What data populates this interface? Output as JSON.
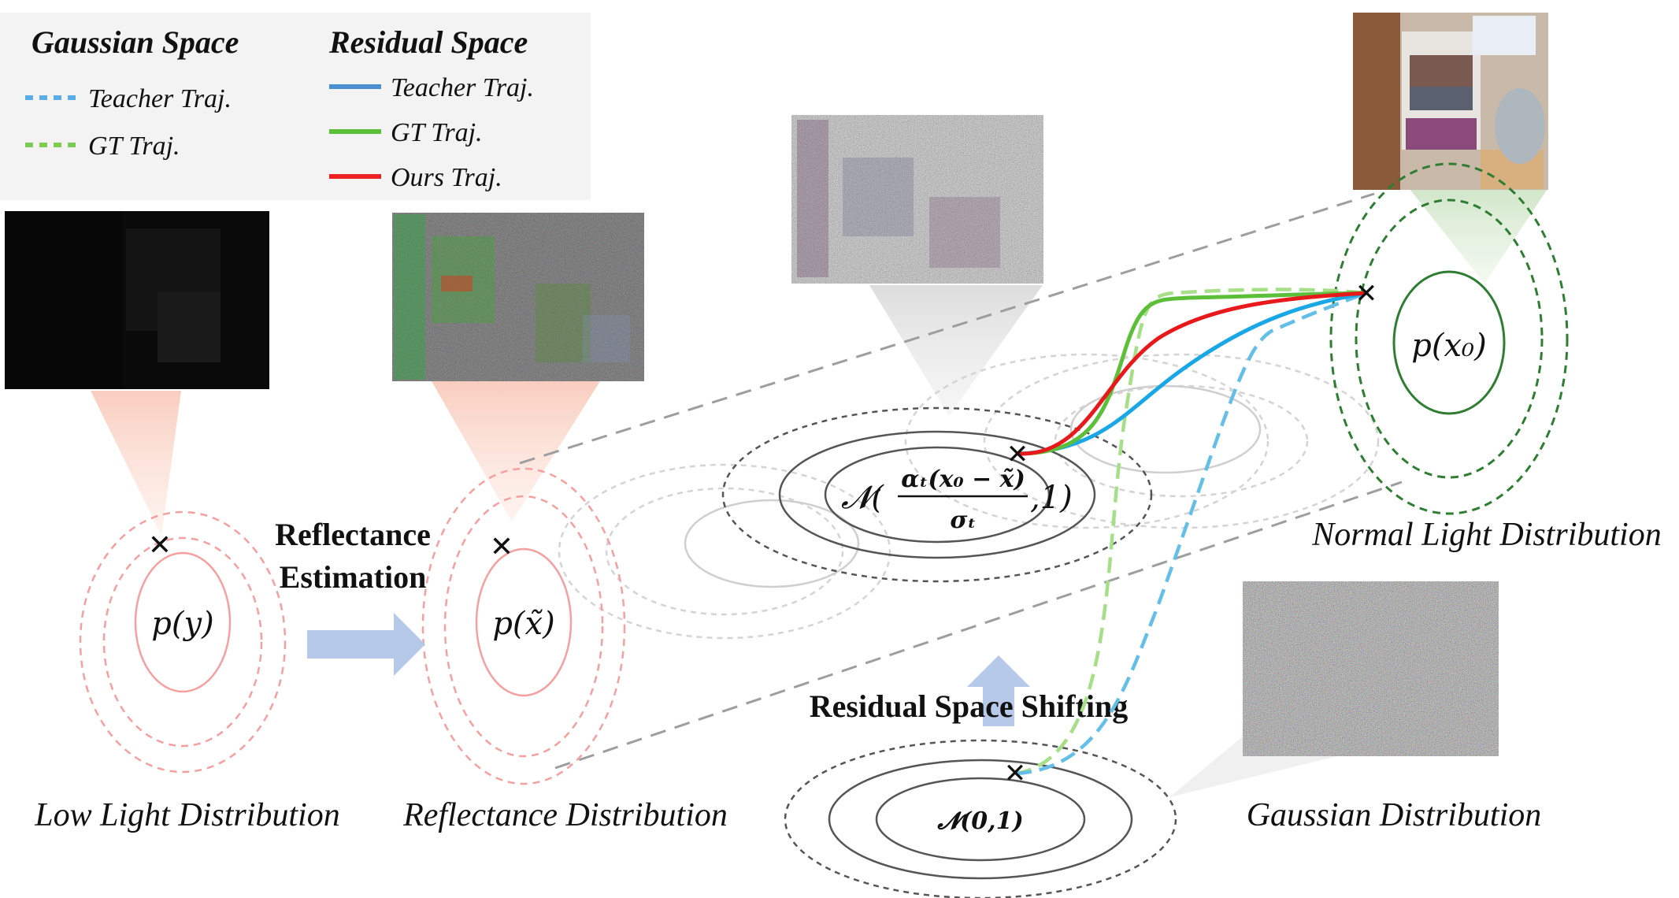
{
  "legend": {
    "gaussian_title": "Gaussian Space",
    "residual_title": "Residual Space",
    "gaussian_items": [
      {
        "label": "Teacher Traj.",
        "color": "#5aaee6",
        "style": "dashed"
      },
      {
        "label": "GT Traj.",
        "color": "#7fcc55",
        "style": "dashed"
      }
    ],
    "residual_items": [
      {
        "label": "Teacher Traj.",
        "color": "#4a90d0",
        "style": "solid"
      },
      {
        "label": "GT Traj.",
        "color": "#5bbf3a",
        "style": "solid"
      },
      {
        "label": "Ours Traj.",
        "color": "#ee2222",
        "style": "solid"
      }
    ]
  },
  "distributions": {
    "low_light": "Low Light Distribution",
    "reflectance": "Reflectance Distribution",
    "normal_light": "Normal Light Distribution",
    "gaussian": "Gaussian Distribution"
  },
  "math": {
    "p_y": "p(y)",
    "p_xtilde": "p(x̃)",
    "p_x0": "p(x₀)",
    "residual_normal_prefix": "𝓝(",
    "residual_numerator": "αₜ(x₀ − x̃)",
    "residual_denominator": "σₜ",
    "residual_suffix": ",1)",
    "standard_normal": "𝓝(0,1)"
  },
  "steps": {
    "reflectance_line1": "Reflectance",
    "reflectance_line2": "Estimation",
    "residual_shift": "Residual Space Shifting"
  },
  "colors": {
    "pink": "#f4a0a0",
    "dark_green": "#2e7d32",
    "arrow_blue": "#b7c9e9",
    "teacher_solid": "#1aa7e6",
    "gt_solid": "#5bbf3a",
    "ours": "#e8191b",
    "teacher_dashed": "#63bfe8",
    "gt_dashed": "#a6df87"
  }
}
